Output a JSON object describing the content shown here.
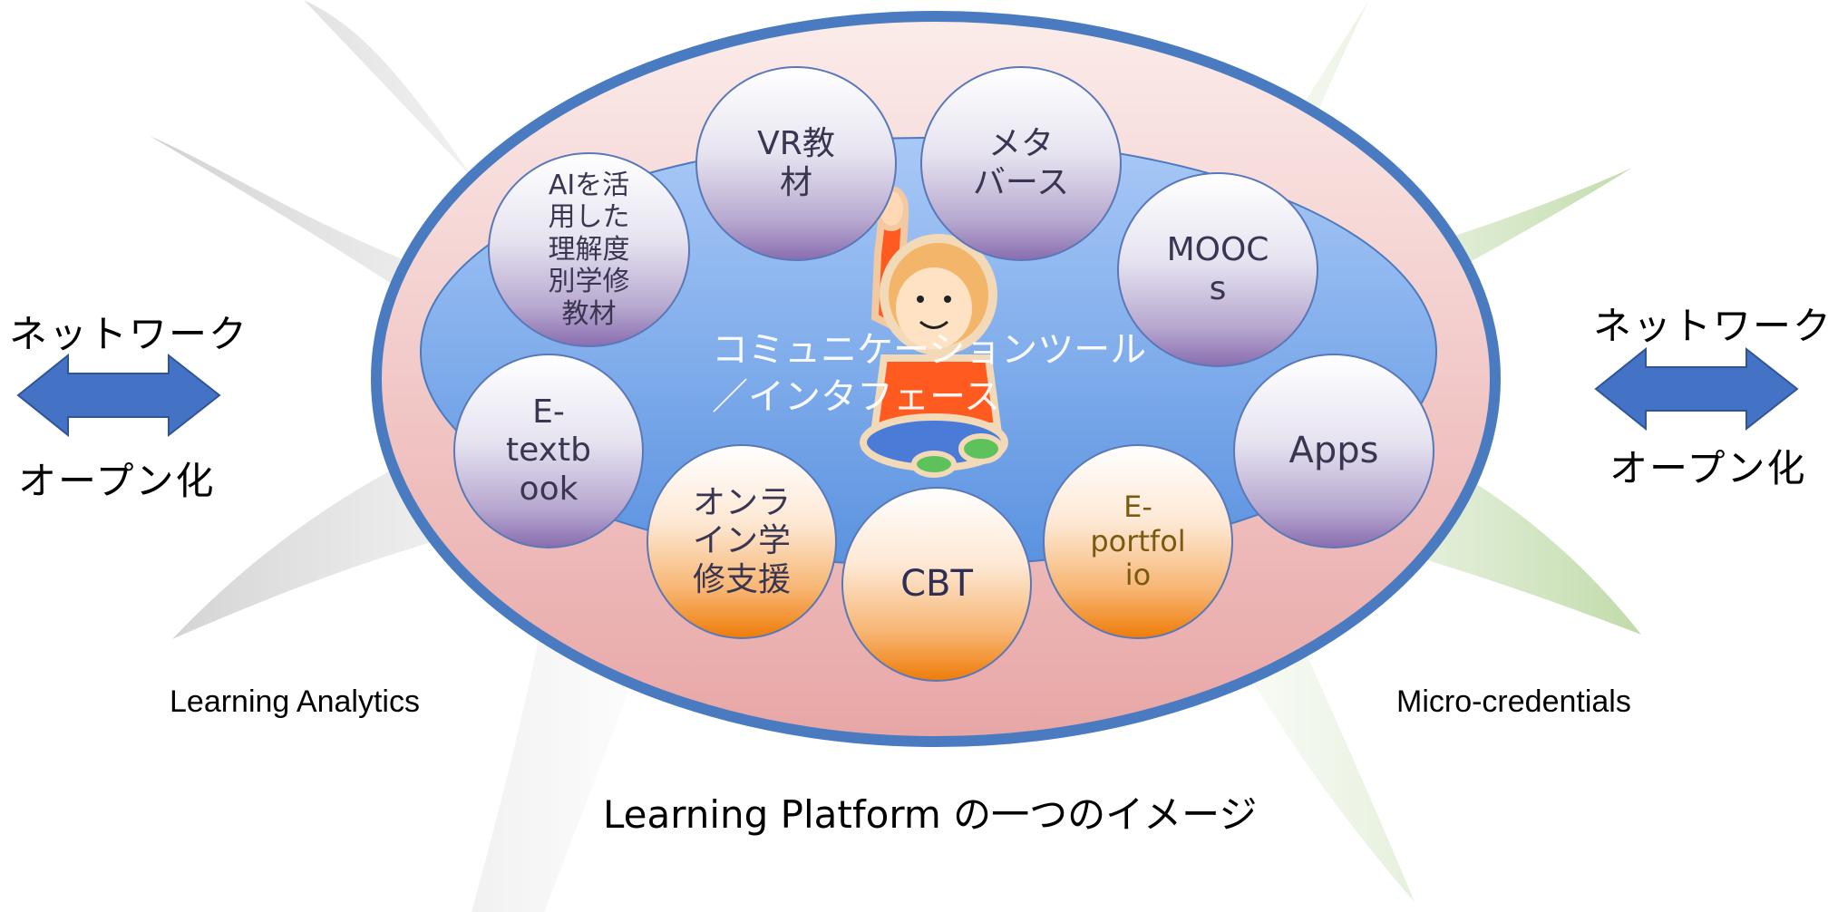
{
  "diagram": {
    "tool_label": "コミュニケーションツール\n／インタフェース",
    "circles": [
      {
        "label": "AIを活\n用した\n理解度\n別学修\n教材",
        "style": "purple"
      },
      {
        "label": "VR教\n材",
        "style": "purple"
      },
      {
        "label": "メタ\nバース",
        "style": "purple"
      },
      {
        "label": "MOOC\ns",
        "style": "purple"
      },
      {
        "label": "E-\ntextb\nook",
        "style": "purple"
      },
      {
        "label": "Apps",
        "style": "purple"
      },
      {
        "label": "オンラ\nイン学\n修支援",
        "style": "orange"
      },
      {
        "label": "CBT",
        "style": "orange"
      },
      {
        "label": "E-\nportfol\nio",
        "style": "orange"
      }
    ],
    "left_network": {
      "top_label": "ネットワーク",
      "bottom_label": "オープン化"
    },
    "right_network": {
      "top_label": "ネットワーク",
      "bottom_label": "オープン化"
    },
    "corner_left": "Learning Analytics",
    "corner_right": "Micro-credentials",
    "caption": "Learning Platform の一つのイメージ",
    "colors": {
      "outer_ring": "#4a7bc0",
      "inner_ellipse": "#7fb0f2",
      "arrow": "#4472c4",
      "purple_circle": "#8a6fb0",
      "orange_circle": "#ef7d0a",
      "star_gray": "#d8d8d8",
      "star_green": "#c7dfb2"
    }
  }
}
